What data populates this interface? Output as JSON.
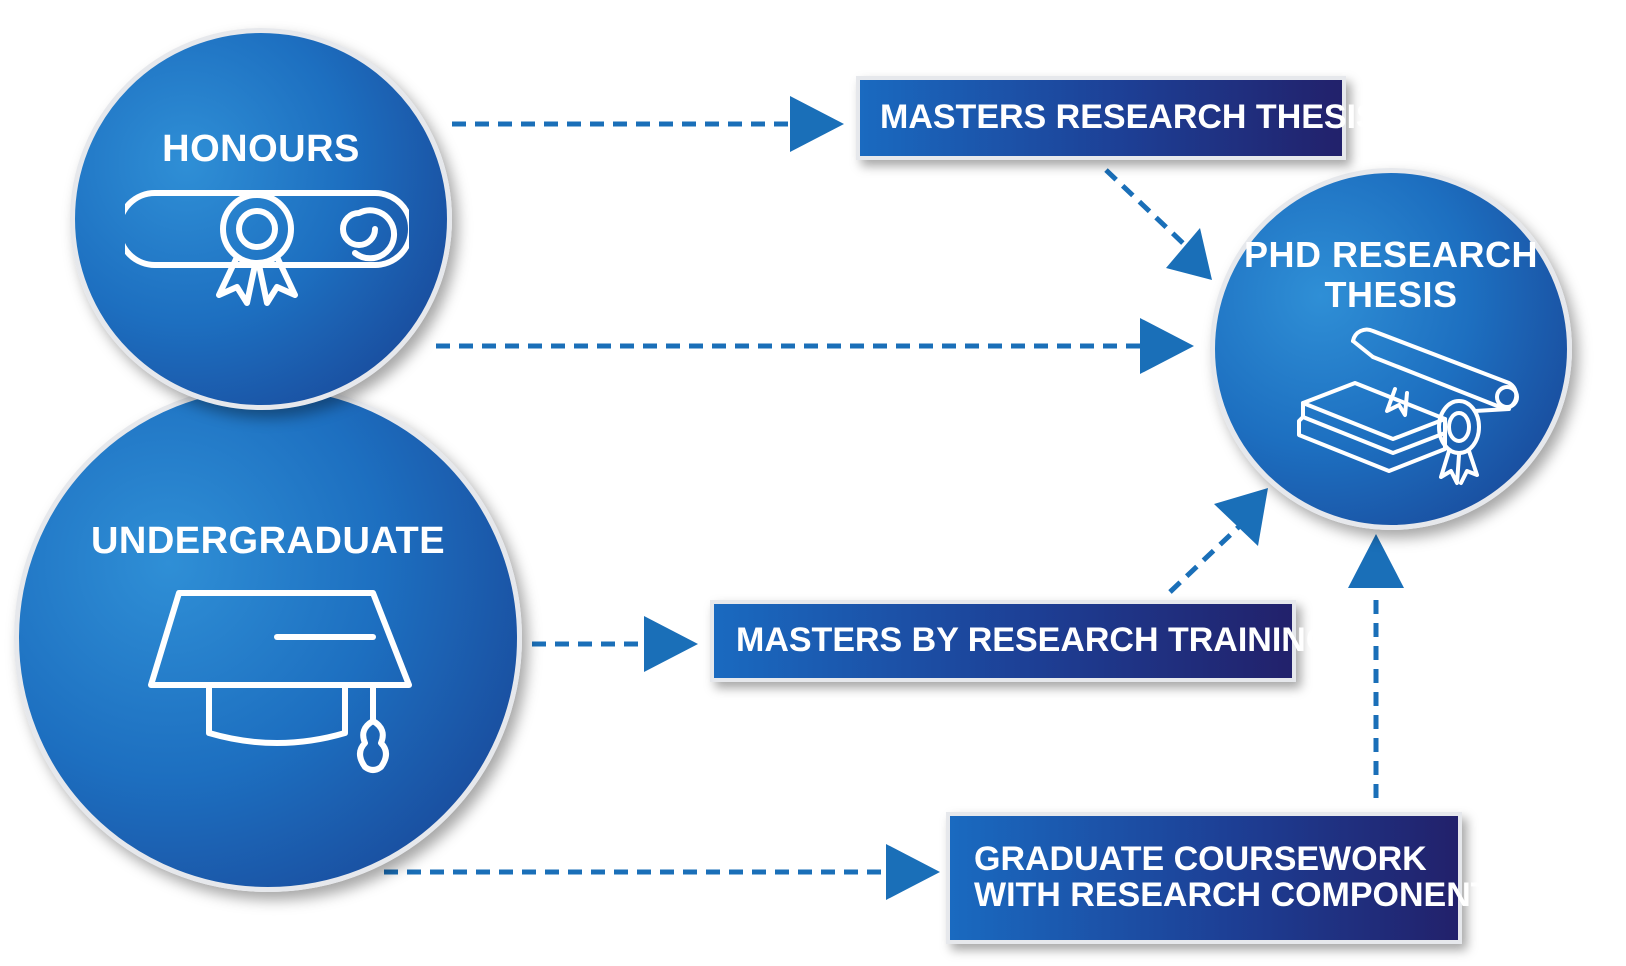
{
  "nodes": {
    "honours": {
      "label": "HONOURS",
      "icon": "diploma-scroll-icon"
    },
    "undergraduate": {
      "label": "UNDERGRADUATE",
      "icon": "graduation-cap-icon"
    },
    "phd": {
      "label_line1": "PHD RESEARCH",
      "label_line2": "THESIS",
      "icon": "books-diploma-icon"
    },
    "masters_thesis": {
      "label": "MASTERS RESEARCH THESIS"
    },
    "masters_training": {
      "label": "MASTERS BY RESEARCH TRAINING"
    },
    "coursework": {
      "label_line1": "GRADUATE COURSEWORK",
      "label_line2": "WITH RESEARCH COMPONENT"
    }
  },
  "colors": {
    "arrow": "#1a6fb8",
    "circle_fill": "#1d6fc0",
    "circle_rim": "#e6e8ec",
    "box_fill_dark": "#22216b"
  }
}
